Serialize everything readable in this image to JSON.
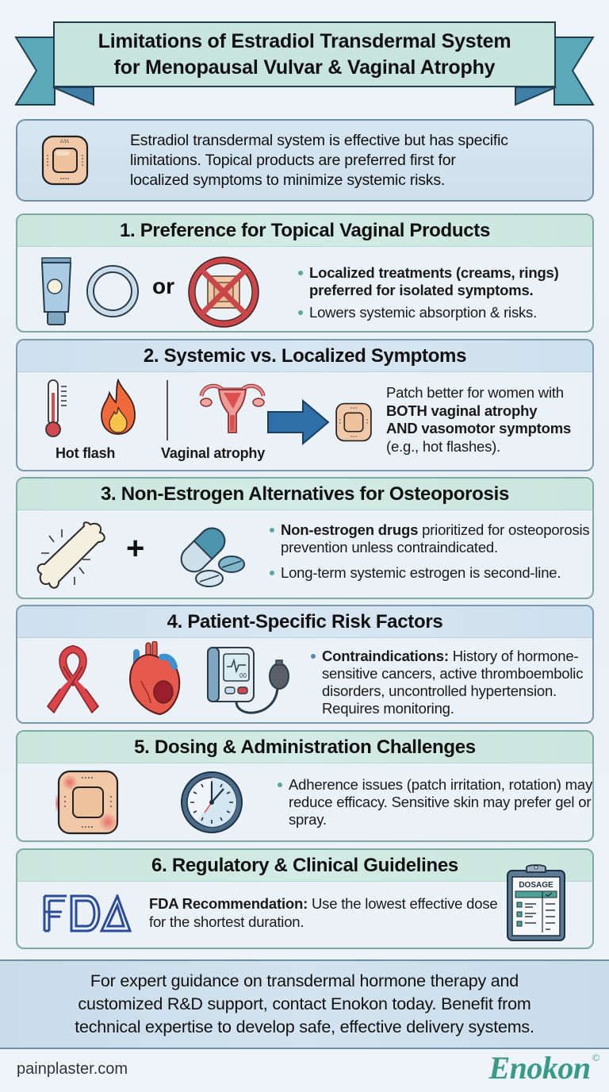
{
  "banner": {
    "title_line1": "Limitations of Estradiol Transdermal System",
    "title_line2": "for Menopausal Vulvar & Vaginal Atrophy",
    "colors": {
      "ribbon": "#5aa8b8",
      "ribbon_fold": "#3f7fa8",
      "box": "#c7e5de"
    }
  },
  "intro": {
    "icon": "transdermal-patch-icon",
    "text_line1": "Estradiol transdermal system is effective but has specific",
    "text_line2": "limitations. Topical products are preferred first for",
    "text_line3": "localized symptoms to minimize systemic risks."
  },
  "sections": [
    {
      "title": "1. Preference for Topical Vaginal Products",
      "icons": [
        "cream-tube-icon",
        "vaginal-ring-icon",
        "no-patch-icon"
      ],
      "or_label": "or",
      "bullets": [
        {
          "bold": "Localized treatments (creams, rings) preferred for isolated symptoms.",
          "text": ""
        },
        {
          "bold": "",
          "text": "Lowers systemic absorption & risks."
        }
      ]
    },
    {
      "title": "2. Systemic vs. Localized Symptoms",
      "icons": [
        "thermometer-icon",
        "flame-icon",
        "uterus-icon",
        "arrow-right-icon",
        "transdermal-patch-icon"
      ],
      "label_hot_flash": "Hot flash",
      "label_vaginal_atrophy": "Vaginal atrophy",
      "text_line1": "Patch better for women with",
      "text_line2_bold": "BOTH vaginal atrophy",
      "text_line3_bold": "AND vasomotor symptoms",
      "text_line4": "(e.g., hot flashes)."
    },
    {
      "title": "3. Non-Estrogen Alternatives for Osteoporosis",
      "icons": [
        "bone-icon",
        "pills-icon"
      ],
      "plus_label": "+",
      "bullets": [
        {
          "bold": "Non-estrogen drugs",
          "text": " prioritized for osteoporosis prevention unless contraindicated."
        },
        {
          "bold": "",
          "text": "Long-term systemic estrogen is second-line."
        }
      ]
    },
    {
      "title": "4. Patient-Specific Risk Factors",
      "icons": [
        "awareness-ribbon-icon",
        "heart-icon",
        "blood-pressure-monitor-icon"
      ],
      "bullets": [
        {
          "bold": "Contraindications:",
          "text": " History of hormone-sensitive cancers, active thromboembolic disorders, uncontrolled hypertension. Requires monitoring."
        }
      ]
    },
    {
      "title": "5. Dosing & Administration Challenges",
      "icons": [
        "irritated-patch-icon",
        "clock-icon"
      ],
      "bullets": [
        {
          "bold": "",
          "text": "Adherence issues (patch irritation, rotation) may reduce efficacy. Sensitive skin may prefer gel or spray."
        }
      ]
    },
    {
      "title": "6. Regulatory & Clinical Guidelines",
      "icons": [
        "fda-logo-icon",
        "dosage-clipboard-icon"
      ],
      "clipboard_label": "DOSAGE",
      "fda_logo_text": "FDA",
      "bold": "FDA Recommendation:",
      "text": " Use the lowest effective dose for the shortest duration."
    }
  ],
  "cta": {
    "line1": "For expert guidance on transdermal hormone therapy and",
    "line2": "customized R&D support, contact Enokon today. Benefit from",
    "line3": "technical expertise to develop safe, effective delivery systems."
  },
  "footer": {
    "website": "painplaster.com",
    "brand": "Enokon",
    "brand_mark": "©",
    "brand_color": "#3a9a8a"
  }
}
